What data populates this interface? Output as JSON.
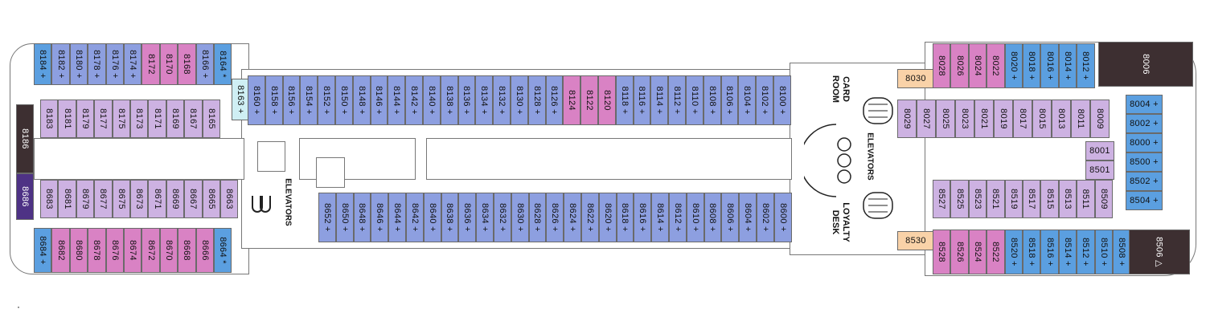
{
  "colors": {
    "blue_balcony": "#8d9fe0",
    "pink_suite": "#d982c4",
    "lavender_interior": "#cdb2e2",
    "teal_corner": "#5b9fe0",
    "light_cyan": "#cfeff4",
    "peach": "#f9d2a8",
    "dark_brown": "#3d2f31",
    "dark_purple": "#4e3285",
    "grey_light": "#d8d8d8"
  },
  "rooms": {
    "card_room": "CARD\nROOM",
    "elevators_aft": "ELEVATORS",
    "elevators_mid": "ELEVATORS",
    "loyalty_desk": "LOYALTY\nDESK"
  },
  "cabins": {
    "aft_top_outer": [
      {
        "label": "8184 +",
        "color": "teal_corner"
      },
      {
        "label": "8182 +",
        "color": "blue_balcony"
      },
      {
        "label": "8180 +",
        "color": "blue_balcony"
      },
      {
        "label": "8178 +",
        "color": "blue_balcony"
      },
      {
        "label": "8176 +",
        "color": "blue_balcony"
      },
      {
        "label": "8174 +",
        "color": "blue_balcony"
      },
      {
        "label": "8172",
        "color": "pink_suite"
      },
      {
        "label": "8170",
        "color": "pink_suite"
      },
      {
        "label": "8168",
        "color": "pink_suite"
      },
      {
        "label": "8166 +",
        "color": "blue_balcony"
      },
      {
        "label": "8164 *",
        "color": "teal_corner"
      }
    ],
    "aft_top_inner": [
      "8183",
      "8181",
      "8179",
      "8177",
      "8175",
      "8173",
      "8171",
      "8169",
      "8167",
      "8165"
    ],
    "aft_bottom_inner": [
      "8683",
      "8681",
      "8679",
      "8677",
      "8675",
      "8673",
      "8671",
      "8669",
      "8667",
      "8665",
      "8663"
    ],
    "aft_bottom_outer": [
      {
        "label": "8684 +",
        "color": "teal_corner"
      },
      {
        "label": "8682",
        "color": "pink_suite"
      },
      {
        "label": "8680",
        "color": "pink_suite"
      },
      {
        "label": "8678",
        "color": "pink_suite"
      },
      {
        "label": "8676",
        "color": "pink_suite"
      },
      {
        "label": "8674",
        "color": "pink_suite"
      },
      {
        "label": "8672",
        "color": "pink_suite"
      },
      {
        "label": "8670",
        "color": "pink_suite"
      },
      {
        "label": "8668",
        "color": "pink_suite"
      },
      {
        "label": "8666",
        "color": "pink_suite"
      },
      {
        "label": "8664 *",
        "color": "teal_corner"
      }
    ],
    "stern": [
      {
        "label": "8186",
        "color": "dark_brown"
      },
      {
        "label": "8686",
        "color": "dark_purple"
      }
    ],
    "special_8163": "8163 +",
    "mid_top": [
      {
        "label": "8160 +",
        "color": "blue_balcony"
      },
      {
        "label": "8158 +",
        "color": "blue_balcony"
      },
      {
        "label": "8156 +",
        "color": "blue_balcony"
      },
      {
        "label": "8154 +",
        "color": "blue_balcony"
      },
      {
        "label": "8152 +",
        "color": "blue_balcony"
      },
      {
        "label": "8150 +",
        "color": "blue_balcony"
      },
      {
        "label": "8148 +",
        "color": "blue_balcony"
      },
      {
        "label": "8146 +",
        "color": "blue_balcony"
      },
      {
        "label": "8144 +",
        "color": "blue_balcony"
      },
      {
        "label": "8142 +",
        "color": "blue_balcony"
      },
      {
        "label": "8140 +",
        "color": "blue_balcony"
      },
      {
        "label": "8138 +",
        "color": "blue_balcony"
      },
      {
        "label": "8136 +",
        "color": "blue_balcony"
      },
      {
        "label": "8134 +",
        "color": "blue_balcony"
      },
      {
        "label": "8132 +",
        "color": "blue_balcony"
      },
      {
        "label": "8130 +",
        "color": "blue_balcony"
      },
      {
        "label": "8128 +",
        "color": "blue_balcony"
      },
      {
        "label": "8126 +",
        "color": "blue_balcony"
      },
      {
        "label": "8124",
        "color": "pink_suite"
      },
      {
        "label": "8122",
        "color": "pink_suite"
      },
      {
        "label": "8120",
        "color": "pink_suite"
      },
      {
        "label": "8118 +",
        "color": "blue_balcony"
      },
      {
        "label": "8116 +",
        "color": "blue_balcony"
      },
      {
        "label": "8114 +",
        "color": "blue_balcony"
      },
      {
        "label": "8112 +",
        "color": "blue_balcony"
      },
      {
        "label": "8110 +",
        "color": "blue_balcony"
      },
      {
        "label": "8108 +",
        "color": "blue_balcony"
      },
      {
        "label": "8106 +",
        "color": "blue_balcony"
      },
      {
        "label": "8104 +",
        "color": "blue_balcony"
      },
      {
        "label": "8102 +",
        "color": "blue_balcony"
      },
      {
        "label": "8100 +",
        "color": "blue_balcony"
      }
    ],
    "mid_bottom": [
      "8652 +",
      "8650 +",
      "8648 +",
      "8646 +",
      "8644 +",
      "8642 +",
      "8640 +",
      "8638 +",
      "8636 +",
      "8634 +",
      "8632 +",
      "8630 +",
      "8628 +",
      "8626 +",
      "8624 +",
      "8622 +",
      "8620 +",
      "8618 +",
      "8616 +",
      "8614 +",
      "8612 +",
      "8610 +",
      "8608 +",
      "8606 +",
      "8604 +",
      "8602 +",
      "8600 +"
    ],
    "peach": [
      {
        "label": "8030"
      },
      {
        "label": "8530"
      }
    ],
    "fwd_top_outer": [
      {
        "label": "8028",
        "color": "pink_suite"
      },
      {
        "label": "8026",
        "color": "pink_suite"
      },
      {
        "label": "8024",
        "color": "pink_suite"
      },
      {
        "label": "8022",
        "color": "pink_suite"
      },
      {
        "label": "8020 +",
        "color": "teal_corner"
      },
      {
        "label": "8018 +",
        "color": "teal_corner"
      },
      {
        "label": "8016 +",
        "color": "teal_corner"
      },
      {
        "label": "8014 +",
        "color": "teal_corner"
      },
      {
        "label": "8012 +",
        "color": "teal_corner"
      }
    ],
    "fwd_top_inner": [
      "8029",
      "8027",
      "8025",
      "8023",
      "8021",
      "8019",
      "8017",
      "8015",
      "8013",
      "8011",
      "8009"
    ],
    "fwd_middle": [
      "8001",
      "8501"
    ],
    "fwd_bottom_inner": [
      "8527",
      "8525",
      "8523",
      "8521",
      "8519",
      "8517",
      "8515",
      "8513",
      "8511",
      "8509"
    ],
    "fwd_bottom_outer": [
      {
        "label": "8528",
        "color": "pink_suite"
      },
      {
        "label": "8526",
        "color": "pink_suite"
      },
      {
        "label": "8524",
        "color": "pink_suite"
      },
      {
        "label": "8522",
        "color": "pink_suite"
      },
      {
        "label": "8520 +",
        "color": "teal_corner"
      },
      {
        "label": "8518 +",
        "color": "teal_corner"
      },
      {
        "label": "8516 +",
        "color": "teal_corner"
      },
      {
        "label": "8514 +",
        "color": "teal_corner"
      },
      {
        "label": "8512 +",
        "color": "teal_corner"
      },
      {
        "label": "8510 +",
        "color": "teal_corner"
      },
      {
        "label": "8508 +",
        "color": "teal_corner"
      }
    ],
    "bow_stack": [
      "8004 +",
      "8002 +",
      "8000 +",
      "8500 +",
      "8502 +",
      "8504 +"
    ],
    "bow_top": "8006",
    "bow_bottom": "8506 △"
  }
}
